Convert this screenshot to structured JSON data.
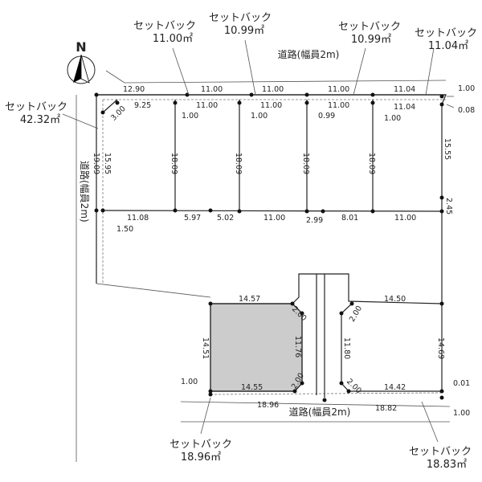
{
  "north": {
    "letter": "N"
  },
  "roads": {
    "top": "道路(幅員2m)",
    "west": "道路(幅員2m)",
    "bottom": "道路(幅員2m)"
  },
  "setbacks": {
    "label": "セットバック",
    "areas": [
      "11.00㎡",
      "10.99㎡",
      "10.99㎡",
      "11.04㎡",
      "42.32㎡",
      "18.96㎡",
      "18.83㎡"
    ]
  },
  "dims": {
    "top_road": [
      "12.90",
      "11.00",
      "11.00",
      "11.00",
      "11.04"
    ],
    "top_lot": [
      "9.25",
      "11.00",
      "11.00",
      "11.00",
      "11.04"
    ],
    "top_setback_depth": [
      "1.00",
      "1.00",
      "0.99",
      "1.00",
      "1.00",
      "0.08"
    ],
    "corner_cut": "3.00",
    "west_sides": [
      "19.09",
      "15.95"
    ],
    "lot_sides": [
      "18.09",
      "18.09",
      "18.09",
      "18.09"
    ],
    "east_side": "15.55",
    "mid_line": [
      "11.08",
      "5.97",
      "5.02",
      "11.00",
      "2.99",
      "8.01",
      "11.00"
    ],
    "west_setback": "1.50",
    "east_step": "2.45",
    "bottom_left": {
      "top": "14.57",
      "left": "14.51",
      "right": "11.76",
      "bottom": "14.55",
      "chamfers": [
        "2.00",
        "2.00"
      ]
    },
    "bottom_right": {
      "top": "14.50",
      "left": "11.80",
      "right": "14.69",
      "bottom": "14.42",
      "chamfers": [
        "2.00",
        "2.00"
      ]
    },
    "bottom_road": [
      "18.96",
      "18.82"
    ],
    "bottom_setback_depth": [
      "1.00",
      "0.01",
      "1.00"
    ]
  },
  "colors": {
    "shaded_lot": "#cccccc",
    "line": "#222222"
  }
}
